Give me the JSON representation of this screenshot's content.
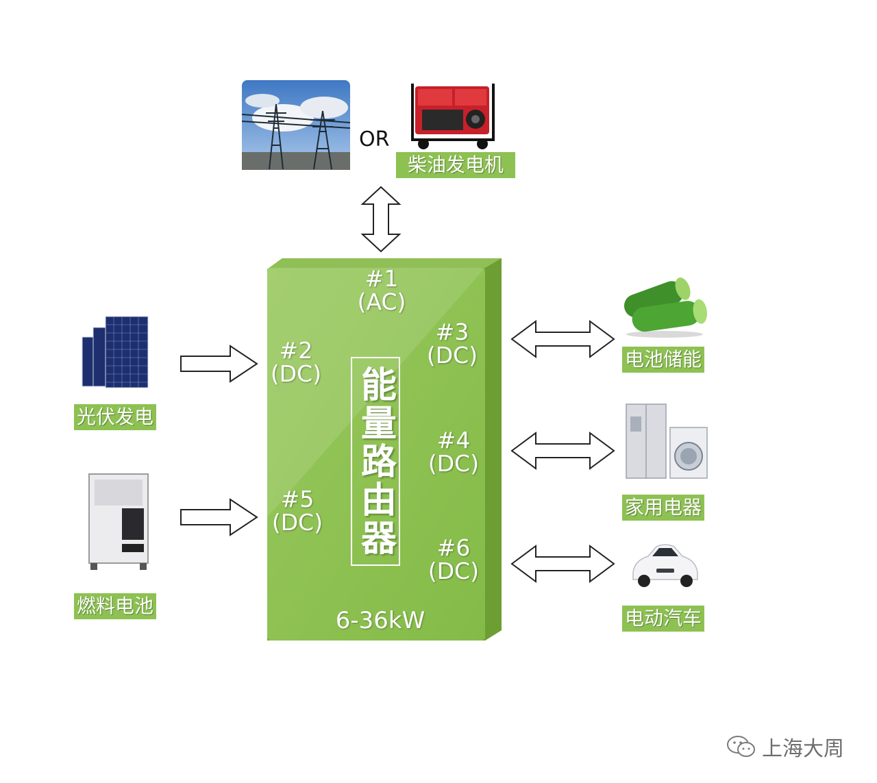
{
  "top": {
    "or_text": "OR",
    "generator_label": "柴油发电机"
  },
  "router": {
    "title": "能量路由器",
    "power": "6-36kW",
    "ports": [
      {
        "id": "#1",
        "type": "(AC)"
      },
      {
        "id": "#2",
        "type": "(DC)"
      },
      {
        "id": "#3",
        "type": "(DC)"
      },
      {
        "id": "#4",
        "type": "(DC)"
      },
      {
        "id": "#5",
        "type": "(DC)"
      },
      {
        "id": "#6",
        "type": "(DC)"
      }
    ]
  },
  "left": {
    "solar_label": "光伏发电",
    "fuel_cell_label": "燃料电池"
  },
  "right": {
    "battery_label": "电池储能",
    "appliance_label": "家用电器",
    "ev_label": "电动汽车"
  },
  "watermark": "上海大周",
  "colors": {
    "router_green": "#8dc152",
    "label_bg": "#8dc152"
  }
}
